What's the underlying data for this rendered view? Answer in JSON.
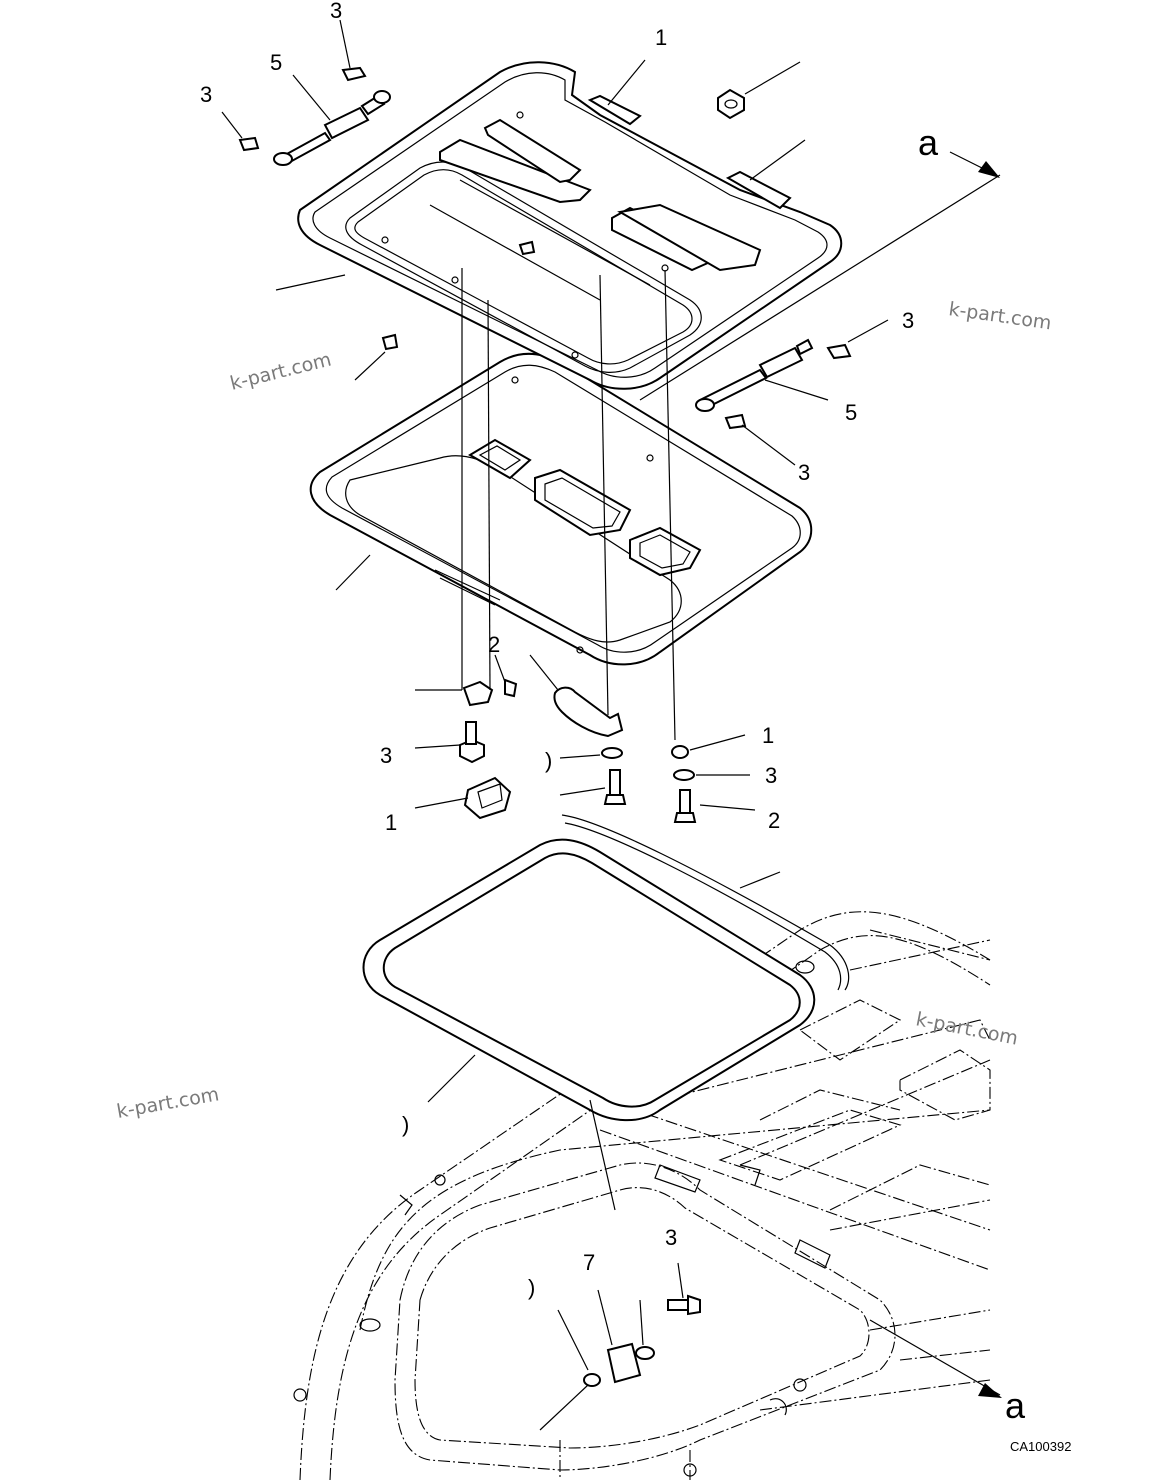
{
  "callouts": [
    {
      "id": "c1",
      "text": "3"
    },
    {
      "id": "c2",
      "text": "5"
    },
    {
      "id": "c3",
      "text": "3"
    },
    {
      "id": "c4",
      "text": "1"
    },
    {
      "id": "c5",
      "text": "3"
    },
    {
      "id": "c6",
      "text": "5"
    },
    {
      "id": "c7",
      "text": "3"
    },
    {
      "id": "c8",
      "text": "2"
    },
    {
      "id": "c9",
      "text": "3"
    },
    {
      "id": "c10",
      "text": ")"
    },
    {
      "id": "c11",
      "text": "1"
    },
    {
      "id": "c12",
      "text": "3"
    },
    {
      "id": "c13",
      "text": "1"
    },
    {
      "id": "c14",
      "text": "2"
    },
    {
      "id": "c15",
      "text": ")"
    },
    {
      "id": "c16",
      "text": ")"
    },
    {
      "id": "c17",
      "text": "7"
    },
    {
      "id": "c18",
      "text": "3"
    }
  ],
  "view_labels": {
    "top": "a",
    "bottom": "a"
  },
  "watermarks": [
    "k-part.com",
    "k-part.com",
    "k-part.com",
    "k-part.com"
  ],
  "figure_code": "CA100392"
}
